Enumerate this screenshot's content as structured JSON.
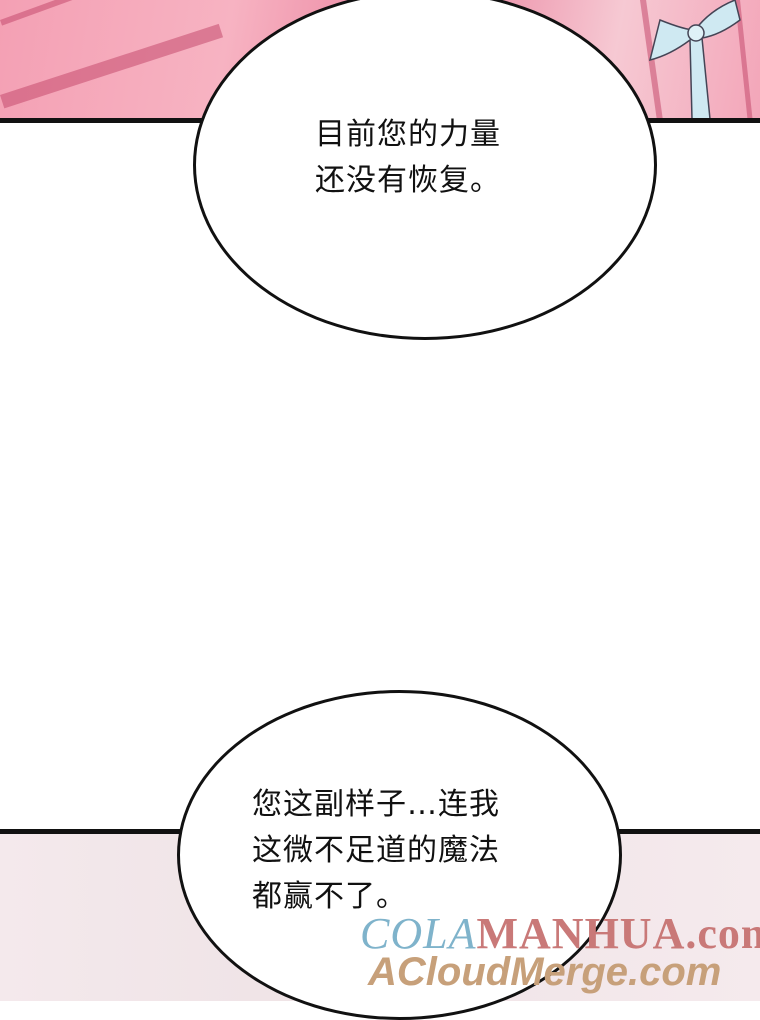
{
  "bubble_top": {
    "lines": [
      "目前您的力量",
      "还没有恢复。"
    ]
  },
  "bubble_bottom": {
    "lines": [
      "您这副样子…连我",
      "这微不足道的魔法",
      "都赢不了。"
    ]
  },
  "watermark": {
    "line1_part1": "COLA",
    "line1_part2": "MANHUA.com",
    "line2": "ACloudMerge.com"
  },
  "colors": {
    "panel_pink": "#f4a0b4",
    "border": "#111111",
    "watermark_blue": "#7fb3cb",
    "watermark_red": "#c97978",
    "watermark_tan": "#c7a07a"
  }
}
